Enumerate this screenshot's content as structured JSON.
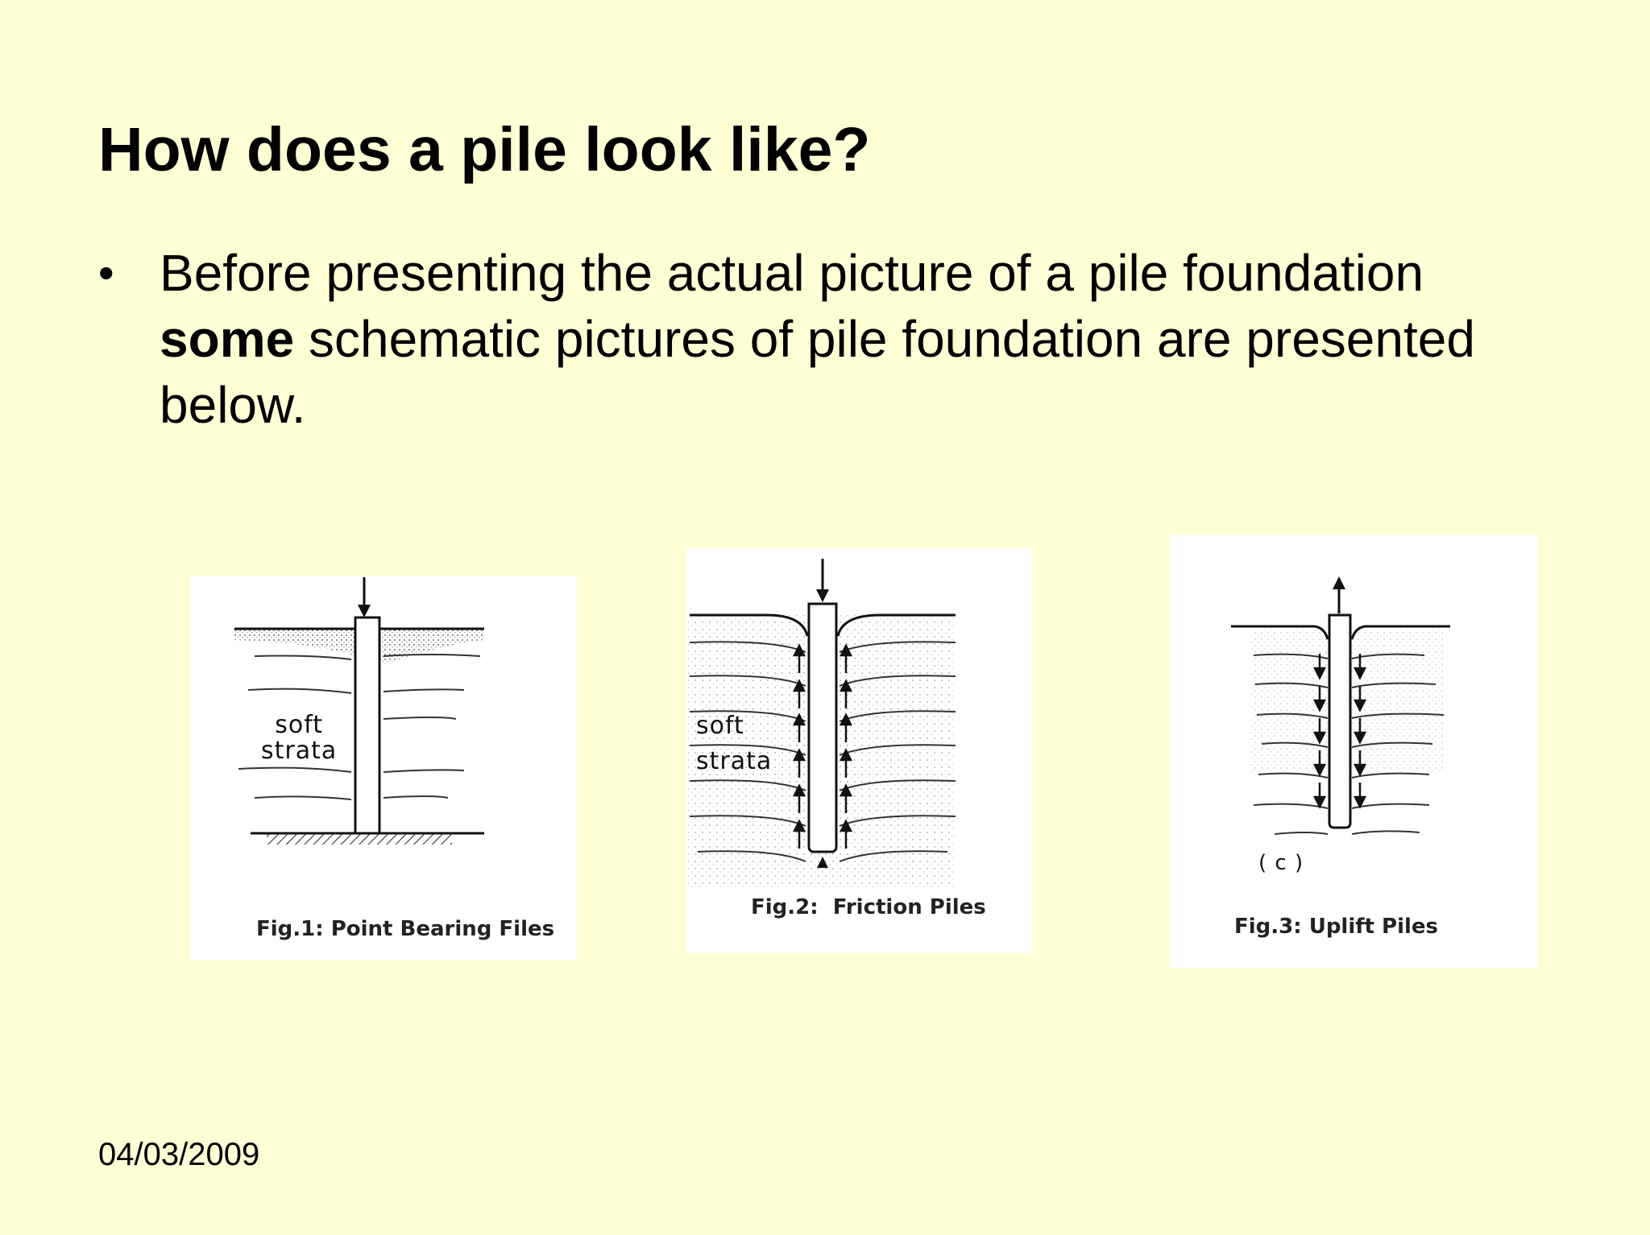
{
  "slide": {
    "title": "How does a pile look like?",
    "bullet": {
      "part1": "Before presenting the actual picture of a pile foundation ",
      "emphasis": "some",
      "part2": " schematic pictures of pile foundation are presented below."
    },
    "footer_date": "04/03/2009"
  },
  "figures": [
    {
      "caption": "Fig.1: Point Bearing Files",
      "label_line1": "soft",
      "label_line2": "strata"
    },
    {
      "caption": "Fig.2:  Friction Piles",
      "label_line1": "soft",
      "label_line2": "strata"
    },
    {
      "caption": "Fig.3: Uplift Piles",
      "sub_label": "( c )"
    }
  ]
}
